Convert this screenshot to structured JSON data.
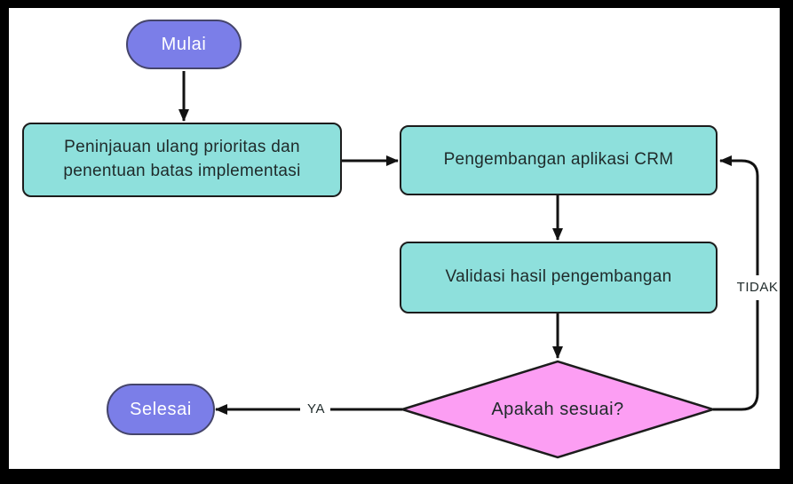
{
  "diagram": {
    "title": "CRM development flowchart",
    "nodes": {
      "start": {
        "label": "Mulai",
        "type": "terminator"
      },
      "review": {
        "label": "Peninjauan ulang prioritas dan penentuan batas implementasi",
        "type": "process"
      },
      "develop": {
        "label": "Pengembangan aplikasi CRM",
        "type": "process"
      },
      "validate": {
        "label": "Validasi hasil pengembangan",
        "type": "process"
      },
      "decision": {
        "label": "Apakah sesuai?",
        "type": "decision"
      },
      "end": {
        "label": "Selesai",
        "type": "terminator"
      }
    },
    "edge_labels": {
      "yes": "YA",
      "no": "TIDAK"
    },
    "colors": {
      "terminator_fill": "#7b7ee8",
      "terminator_border": "#45456b",
      "process_fill": "#8ee0dc",
      "decision_fill": "#fc9ef3",
      "shape_border": "#1c1c1c",
      "line": "#121212",
      "text_dark": "#1f2a2a",
      "text_light": "#ffffff",
      "frame": "#000000",
      "canvas_bg": "#ffffff"
    }
  }
}
